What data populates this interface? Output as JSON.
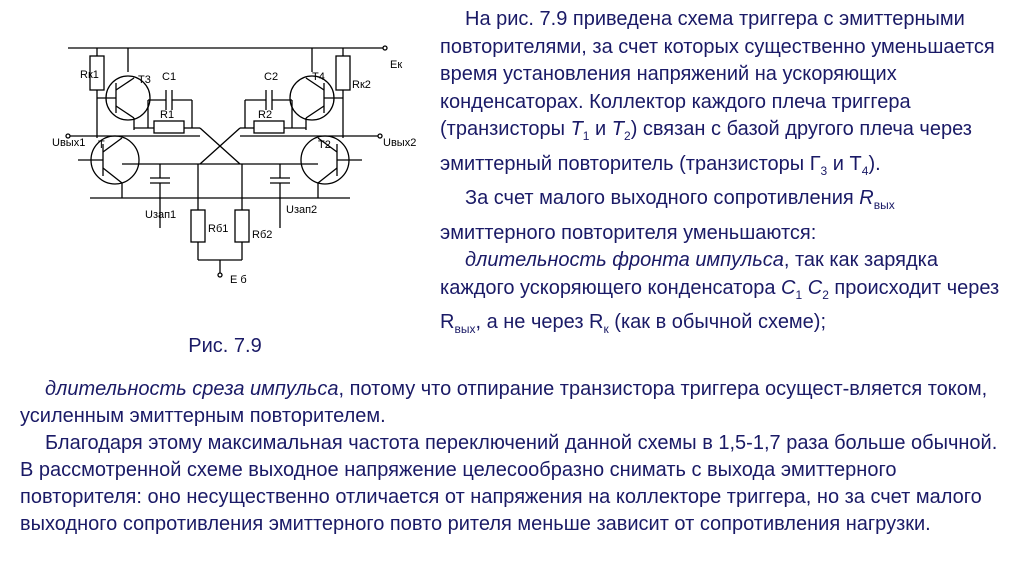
{
  "figure": {
    "caption": "Рис. 7.9",
    "labels": {
      "rk1": "Rк1",
      "rk2": "Rк2",
      "t3": "T3",
      "t4": "T4",
      "c1": "C1",
      "c2": "C2",
      "r1": "R1",
      "r2": "R2",
      "ek": "Eк",
      "eb": "E б",
      "uvyh1": "Uвых1",
      "uvyh2": "Uвых2",
      "uzap1": "Uзап1",
      "uzap2": "Uзап2",
      "rb1": "Rб1",
      "rb2": "Rб2",
      "t1": "T",
      "t2": "T2"
    }
  },
  "text": {
    "p1_a": "На рис. 7.9 приведена схема триггера с эмиттерными повторителями, за счет которых существенно уменьшается время установления напряжений на ускоряющих конденсаторах. Коллектор каждого плеча триггера (транзисторы ",
    "t1": "T",
    "t1_sub": "1",
    "p1_b": " и ",
    "t2": "T",
    "t2_sub": "2",
    "p1_c": ") связан с базой другого плеча через эмиттерный повторитель (транзисторы Г",
    "g3_sub": "3",
    "p1_d": " и Т",
    "t4_sub": "4",
    "p1_e": ").",
    "p2_a": "За счет малого выходного сопротивления ",
    "rvyh": "R",
    "rvyh_sub": "вых",
    "p2_b": " эмиттерного повторителя уменьшаются:",
    "p3_italic": "длительность фронта импульса",
    "p3_a": ", так как зарядка каждого ускоряющего конденсатора ",
    "c1": "C",
    "c1_sub": "1",
    "c2": " C",
    "c2_sub": "2",
    "p3_b": " происходит через R",
    "p3_rvyh_sub": "вых",
    "p3_c": ", а не через R",
    "p3_rk_sub": "к",
    "p3_d": " (как в обычной схеме);",
    "p4_italic": "длительность среза импульса",
    "p4_a": ", потому что отпирание транзистора триггера осущест-вляется током, усиленным эмиттерным повторителем.",
    "p5": "Благодаря этому максимальная частота переключений данной схемы в 1,5-1,7 раза больше обычной. В рассмотренной схеме выходное напряжение целесообразно снимать с выхода эмиттерного повторителя: оно несущественно отличается от напряжения на коллекторе триггера, но за счет малого выходного сопротивления эмиттерного повто рителя меньше зависит от сопротивления нагрузки."
  }
}
